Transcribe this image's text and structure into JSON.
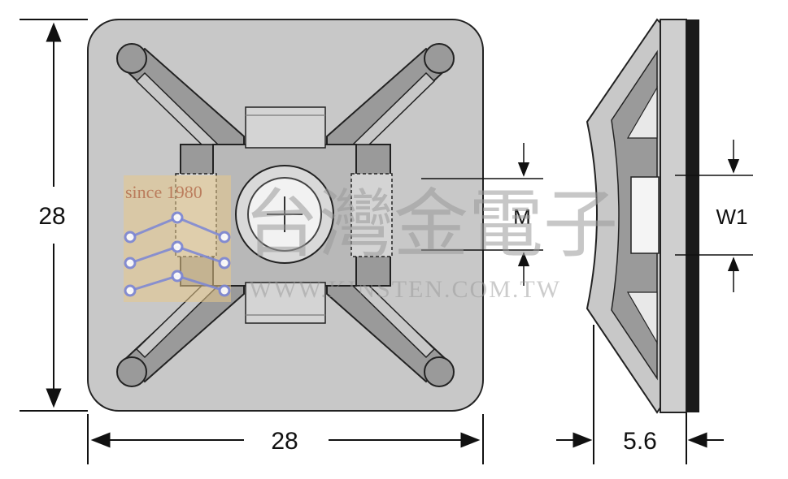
{
  "dimensions": {
    "height_label": "28",
    "width_label": "28",
    "side_thickness_label": "5.6",
    "screw_hole_label": "M",
    "slot_width_label": "W1"
  },
  "watermark": {
    "since_text": "since 1980",
    "company_name": "台灣金電子",
    "website": "WWW.KINSTEN.COM.TW"
  },
  "colors": {
    "body_fill": "#c8c8c8",
    "body_dark": "#9a9a9a",
    "adhesive_tape": "#1a1a1a",
    "logo_block": "#e8c98a",
    "logo_circuit": "#7b86d6"
  }
}
